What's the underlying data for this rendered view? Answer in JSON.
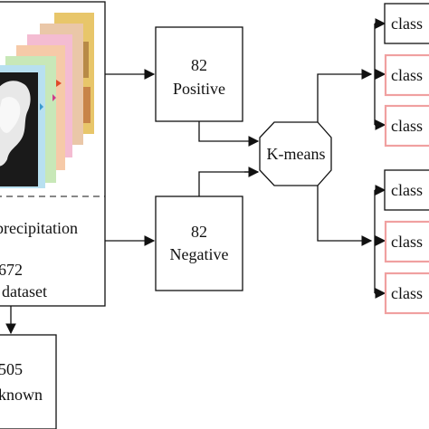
{
  "dataset_box": {
    "line1": "precipitation",
    "line2": "672",
    "line3": "dataset"
  },
  "unknown_box": {
    "line1": "505",
    "line2": "known"
  },
  "positive_box": {
    "count": "82",
    "label": "Positive"
  },
  "negative_box": {
    "count": "82",
    "label": "Negative"
  },
  "kmeans": {
    "label": "K-means"
  },
  "classes_top": [
    "class",
    "class",
    "class"
  ],
  "classes_bottom": [
    "class",
    "class",
    "class"
  ],
  "colors": {
    "line": "#111111",
    "highlight_border": "#f0a0a0",
    "image_layers": [
      "#e8c66a",
      "#d0a65a",
      "#f2c0d4",
      "#f6c8a8",
      "#c8e8b8",
      "#b8e0f0",
      "#f8d8e0"
    ]
  }
}
